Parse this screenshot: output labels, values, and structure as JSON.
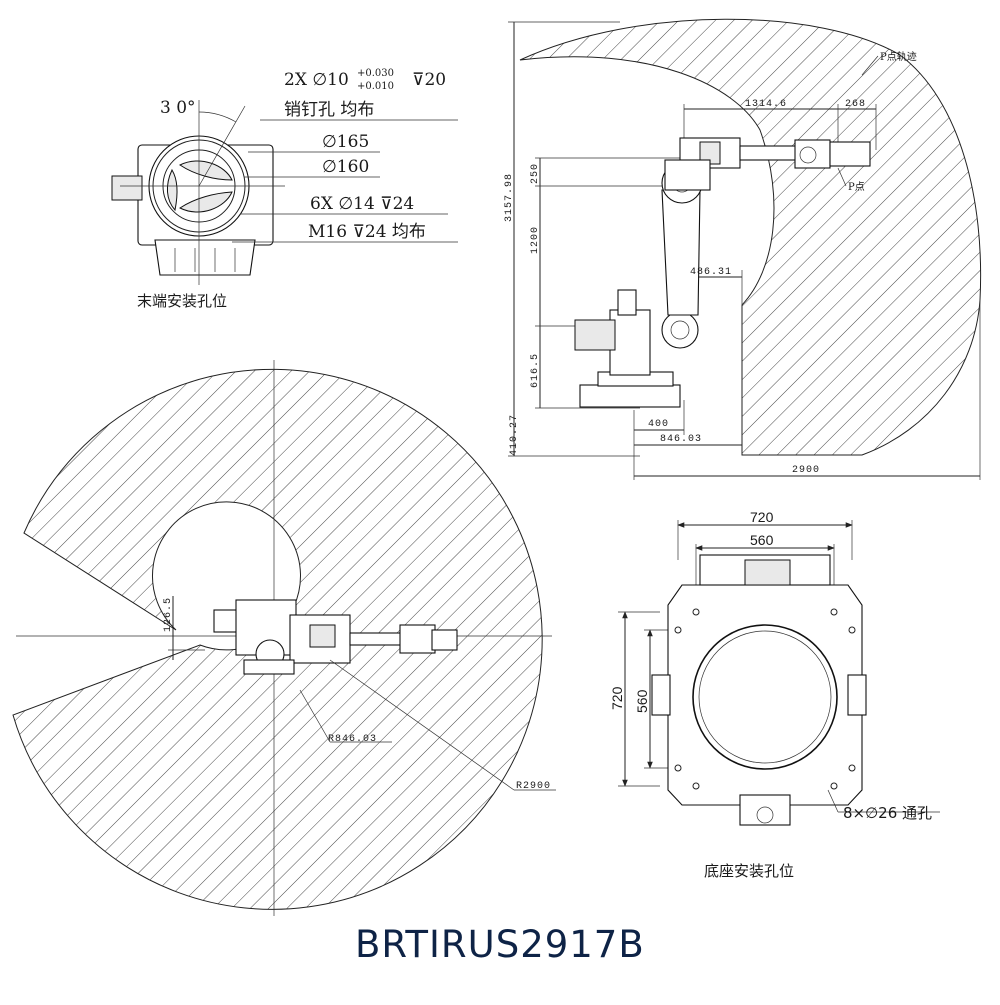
{
  "model": "BRTIRUS2917B",
  "end_mount": {
    "caption": "末端安装孔位",
    "angle_label": "3 0°",
    "pin_spec": "2X  ∅10",
    "pin_tol_upper": "+0.030",
    "pin_tol_lower": "+0.010",
    "pin_depth": "⊽20",
    "pin_note": "销钉孔  均布",
    "dia_165": "∅165",
    "dia_160": "∅160",
    "bolt_spec": "6X  ∅14  ⊽24",
    "thread_spec": "M16  ⊽24  均布"
  },
  "side_view": {
    "label_p_track": "P点轨迹",
    "label_p": "P点",
    "dim_1314_6": "1314.6",
    "dim_268": "268",
    "dim_3157_98": "3157.98",
    "dim_250": "250",
    "dim_1200": "1200",
    "dim_486_31": "486.31",
    "dim_616_5": "616.5",
    "dim_410_27": "410.27",
    "dim_400": "400",
    "dim_846_03": "846.03",
    "dim_2900": "2900"
  },
  "top_view": {
    "dim_126_5": "126.5",
    "radius_inner": "R846.03",
    "radius_outer": "R2900"
  },
  "base_mount": {
    "caption": "底座安装孔位",
    "dim_720_h": "720",
    "dim_560_h": "560",
    "dim_720_v": "720",
    "dim_560_v": "560",
    "hole_spec": "8×∅26 通孔"
  }
}
